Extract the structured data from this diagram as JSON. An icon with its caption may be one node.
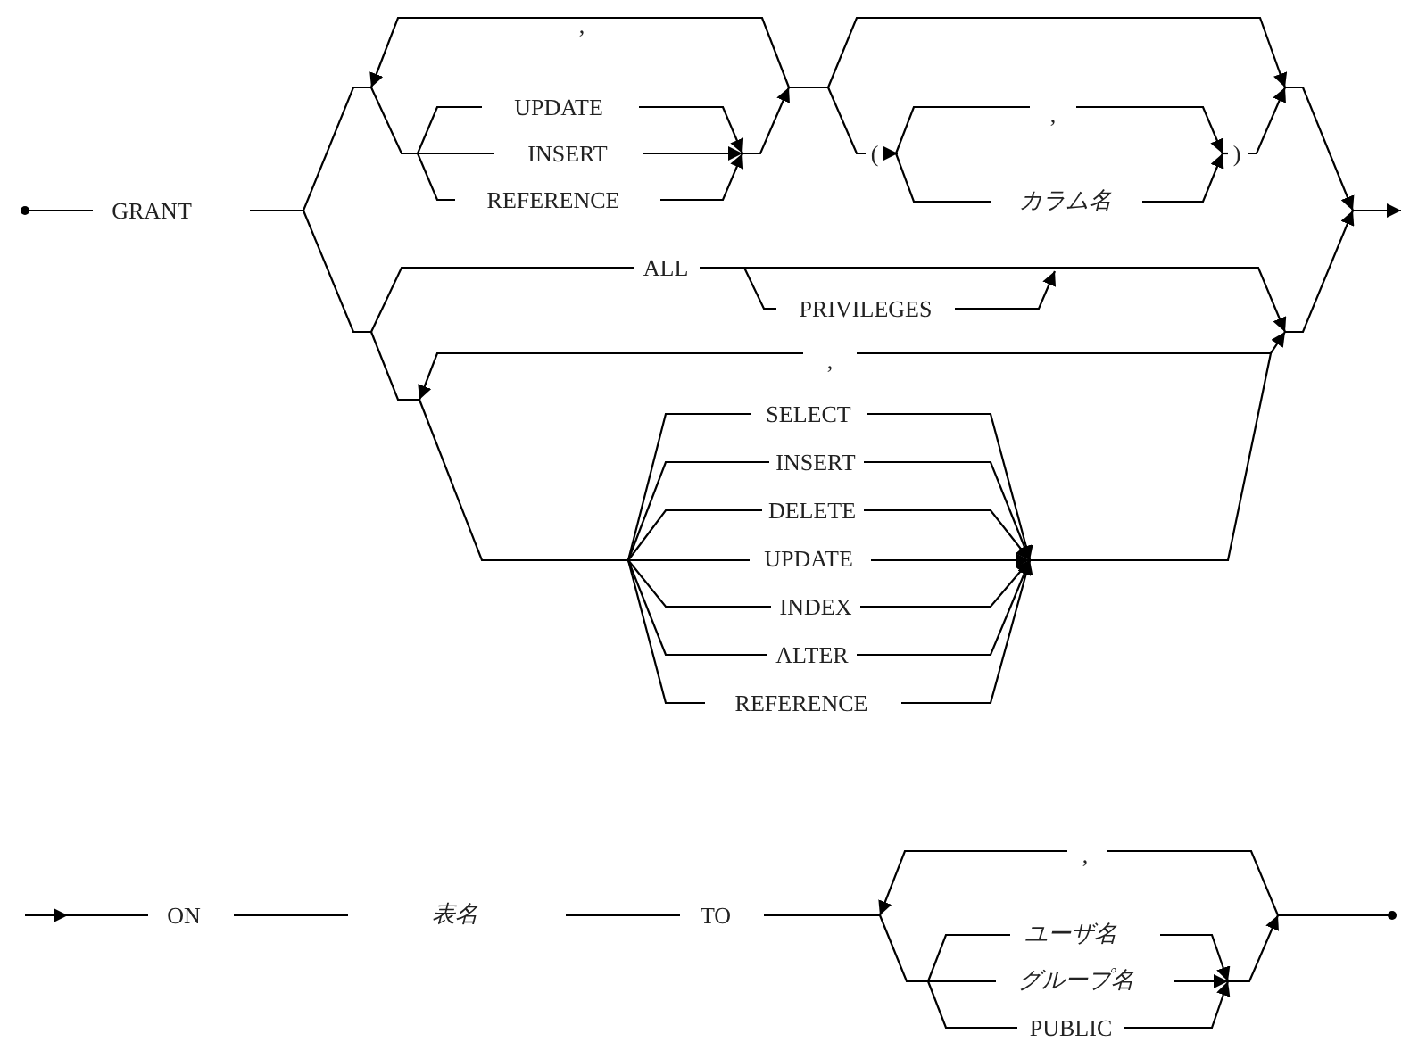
{
  "diagram": {
    "labels": [
      ",",
      "UPDATE",
      ",",
      "INSERT",
      "(",
      ")",
      "GRANT",
      "REFERENCE",
      "カラム名",
      "ALL",
      "PRIVILEGES",
      ",",
      "SELECT",
      "INSERT",
      "DELETE",
      "UPDATE",
      "INDEX",
      "ALTER",
      "REFERENCE",
      ",",
      "ON",
      "表名",
      "TO",
      "ユーザ名",
      "グループ名",
      "PUBLIC"
    ]
  }
}
